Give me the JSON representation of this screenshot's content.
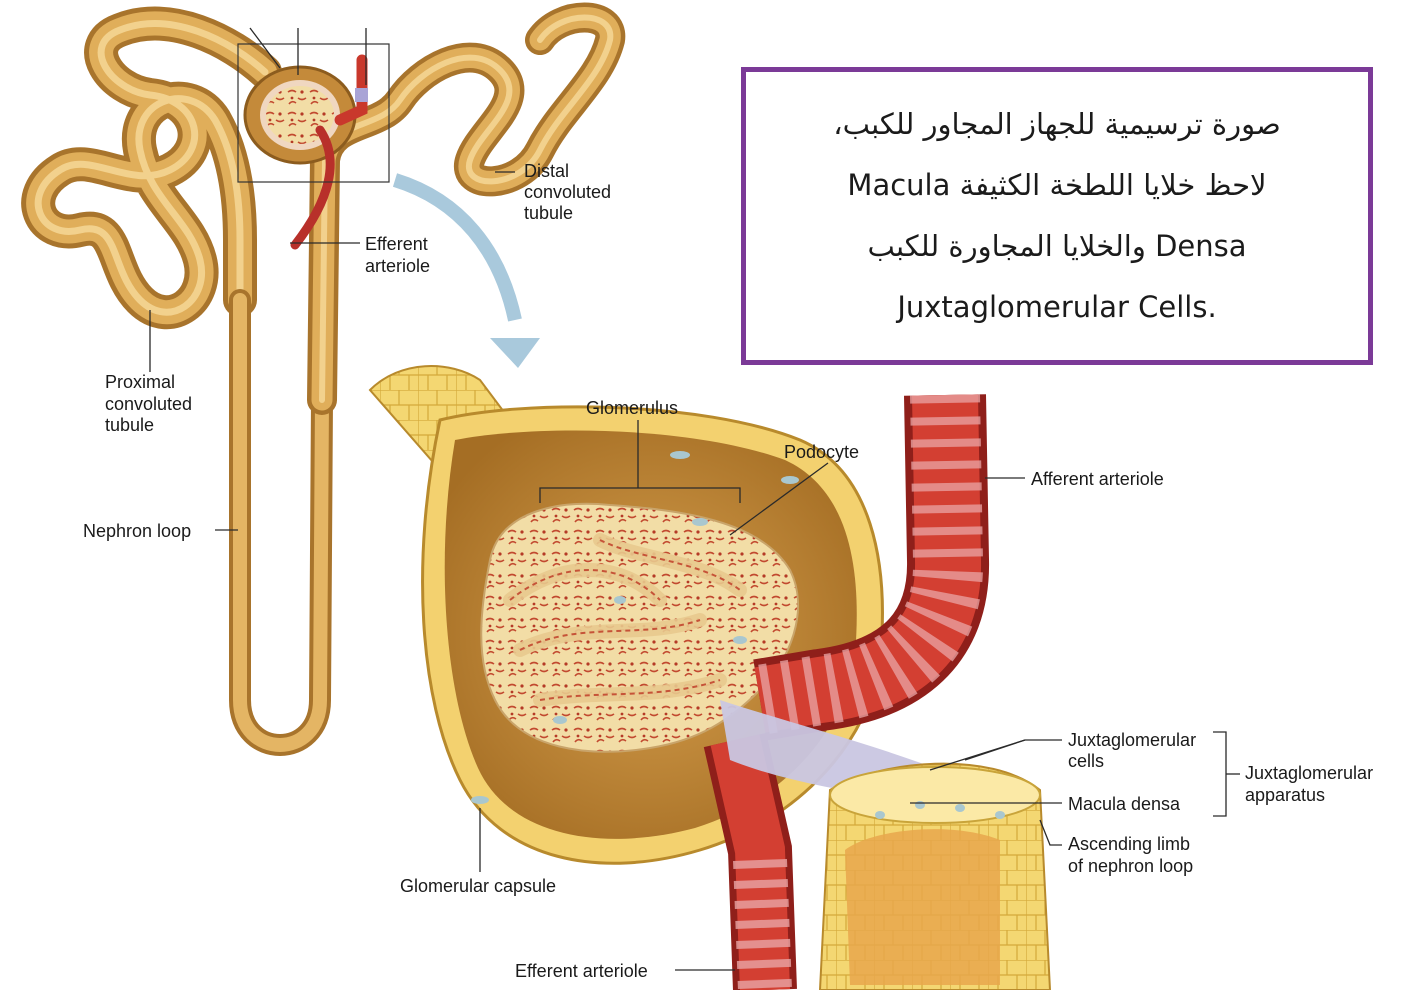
{
  "caption": {
    "lines": [
      "صورة ترسيمية للجهاز المجاور للكبب،",
      "لاحظ خلايا اللطخة الكثيفة  Macula",
      "Densa والخلايا المجاورة للكبب",
      ".Juxtaglomerular Cells"
    ],
    "border_color": "#7b3a97"
  },
  "labels": {
    "distal": [
      "Distal",
      "convoluted",
      "tubule"
    ],
    "efferent_top": [
      "Efferent",
      "arteriole"
    ],
    "proximal": [
      "Proximal",
      "convoluted",
      "tubule"
    ],
    "nephron_loop": "Nephron loop",
    "glomerulus": "Glomerulus",
    "podocyte": "Podocyte",
    "afferent": "Afferent arteriole",
    "jg_cells": [
      "Juxtaglomerular",
      "cells"
    ],
    "jg_apparatus": [
      "Juxtaglomerular",
      "apparatus"
    ],
    "macula_densa": "Macula densa",
    "ascending_limb": [
      "Ascending limb",
      "of nephron loop"
    ],
    "glomerular_capsule": "Glomerular capsule",
    "efferent_bottom": "Efferent arteriole"
  },
  "colors": {
    "tubule": "#d9a54e",
    "tubule_highlight": "#f1cf86",
    "arteriole": "#c9382c",
    "capsule_cells": "#f1cf6a",
    "arrow": "#a9c9dc"
  }
}
